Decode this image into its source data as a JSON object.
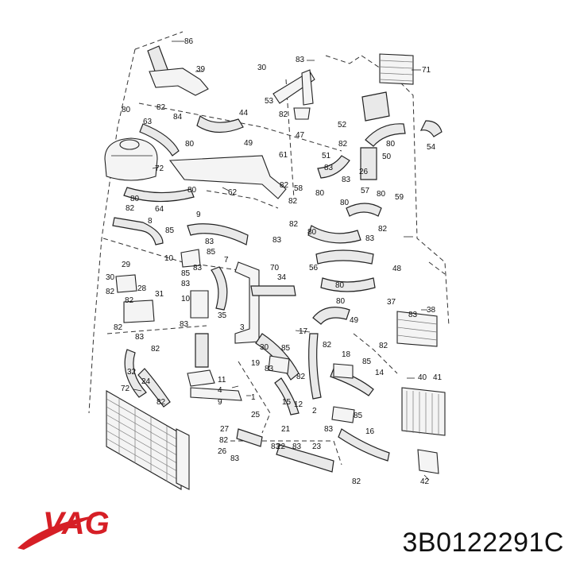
{
  "brand": {
    "logo_text": "VAG",
    "logo_color": "#d61f26"
  },
  "part_number": "3B0122291C",
  "diagram": {
    "labels": [
      "86",
      "39",
      "30",
      "83",
      "71",
      "82",
      "84",
      "44",
      "53",
      "80",
      "63",
      "82",
      "47",
      "52",
      "82",
      "54",
      "80",
      "49",
      "80",
      "51",
      "83",
      "26",
      "50",
      "61",
      "82",
      "72",
      "62",
      "83",
      "58",
      "80",
      "57",
      "80",
      "59",
      "64",
      "82",
      "8",
      "82",
      "80",
      "9",
      "83",
      "82",
      "80",
      "82",
      "85",
      "83",
      "83",
      "10",
      "85",
      "7",
      "29",
      "83",
      "70",
      "56",
      "30",
      "85",
      "28",
      "83",
      "82",
      "34",
      "80",
      "31",
      "10",
      "82",
      "83",
      "82",
      "48",
      "37",
      "38",
      "80",
      "49",
      "83",
      "35",
      "17",
      "82",
      "3",
      "30",
      "85",
      "18",
      "19",
      "82",
      "82",
      "83",
      "85",
      "24",
      "11",
      "14",
      "32",
      "15",
      "4",
      "40",
      "41",
      "12",
      "72",
      "1",
      "2",
      "25",
      "9",
      "85",
      "27",
      "82",
      "83",
      "21",
      "83",
      "16",
      "26",
      "22",
      "83",
      "23",
      "83",
      "82",
      "42",
      "82",
      "80",
      "80",
      "83",
      "82"
    ]
  }
}
